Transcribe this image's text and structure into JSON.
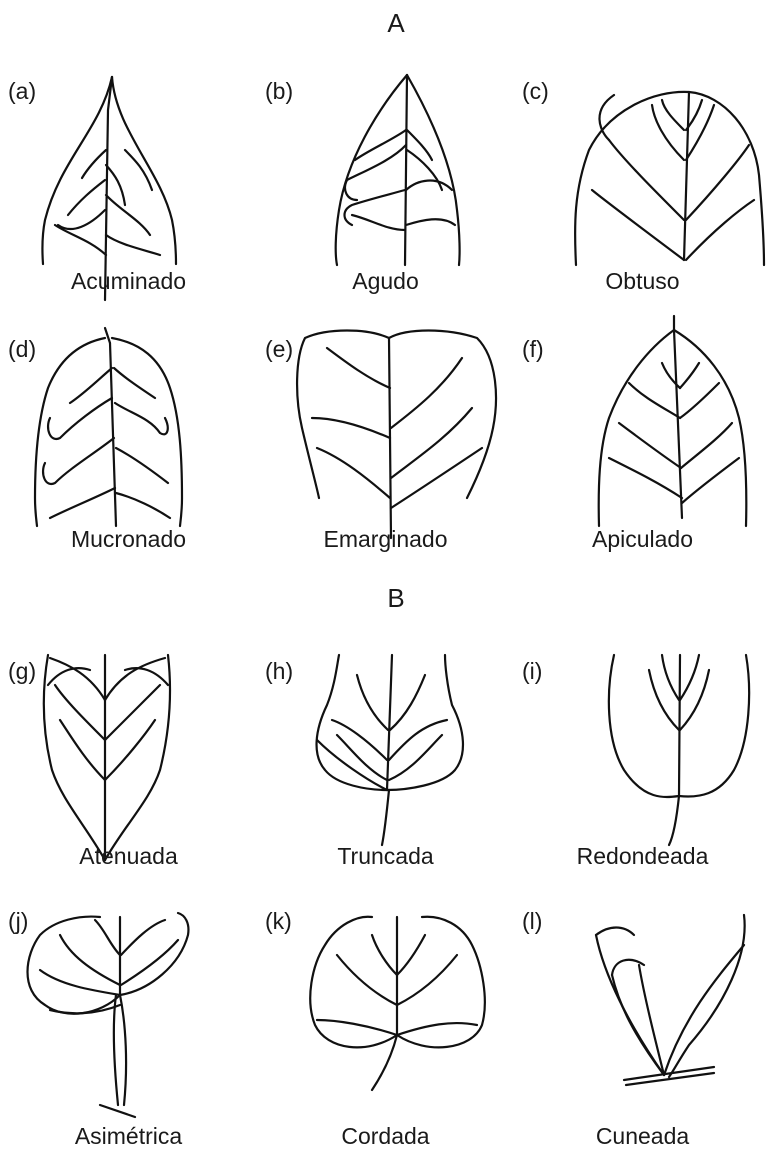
{
  "sections": [
    {
      "title": "A",
      "items": [
        {
          "letter": "(a)",
          "name": "Acuminado",
          "icon": "acuminate-leaf-apex"
        },
        {
          "letter": "(b)",
          "name": "Agudo",
          "icon": "acute-leaf-apex"
        },
        {
          "letter": "(c)",
          "name": "Obtuso",
          "icon": "obtuse-leaf-apex"
        },
        {
          "letter": "(d)",
          "name": "Mucronado",
          "icon": "mucronate-leaf-apex"
        },
        {
          "letter": "(e)",
          "name": "Emarginado",
          "icon": "emarginate-leaf-apex"
        },
        {
          "letter": "(f)",
          "name": "Apiculado",
          "icon": "apiculate-leaf-apex"
        }
      ]
    },
    {
      "title": "B",
      "items": [
        {
          "letter": "(g)",
          "name": "Atenuada",
          "icon": "attenuate-leaf-base"
        },
        {
          "letter": "(h)",
          "name": "Truncada",
          "icon": "truncate-leaf-base"
        },
        {
          "letter": "(i)",
          "name": "Redondeada",
          "icon": "rounded-leaf-base"
        },
        {
          "letter": "(j)",
          "name": "Asimétrica",
          "icon": "asymmetric-leaf-base"
        },
        {
          "letter": "(k)",
          "name": "Cordada",
          "icon": "cordate-leaf-base"
        },
        {
          "letter": "(l)",
          "name": "Cuneada",
          "icon": "cuneate-leaf-base"
        }
      ]
    }
  ]
}
